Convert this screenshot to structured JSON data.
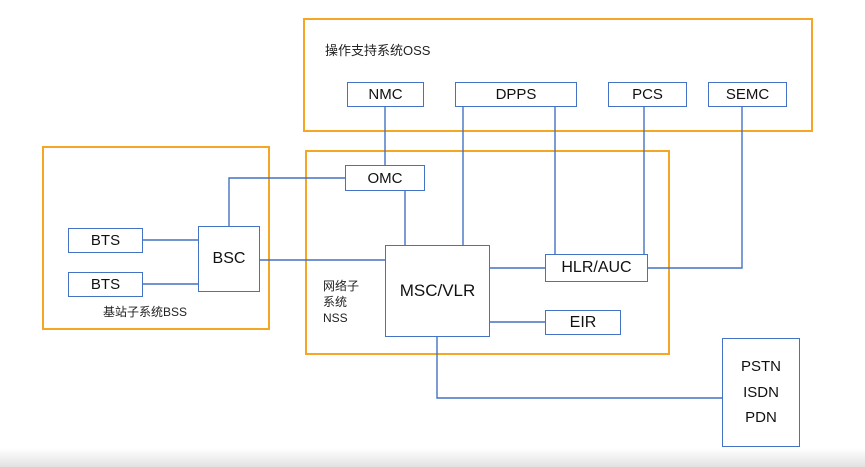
{
  "colors": {
    "container_border": "#f5a623",
    "box_border": "#4472c4",
    "line": "#4472c4",
    "text": "#111111"
  },
  "containers": {
    "oss": {
      "label": "操作支持系统OSS"
    },
    "bss": {
      "label": "基站子系统BSS"
    },
    "nss": {
      "label_line1": "网络子",
      "label_line2": "系统",
      "label_line3": "NSS"
    }
  },
  "nodes": {
    "nmc": "NMC",
    "dpps": "DPPS",
    "pcs": "PCS",
    "semc": "SEMC",
    "omc": "OMC",
    "bts1": "BTS",
    "bts2": "BTS",
    "bsc": "BSC",
    "msc_vlr": "MSC/VLR",
    "hlr_auc": "HLR/AUC",
    "eir": "EIR",
    "pstn": {
      "line1": "PSTN",
      "line2": "ISDN",
      "line3": "PDN"
    }
  }
}
